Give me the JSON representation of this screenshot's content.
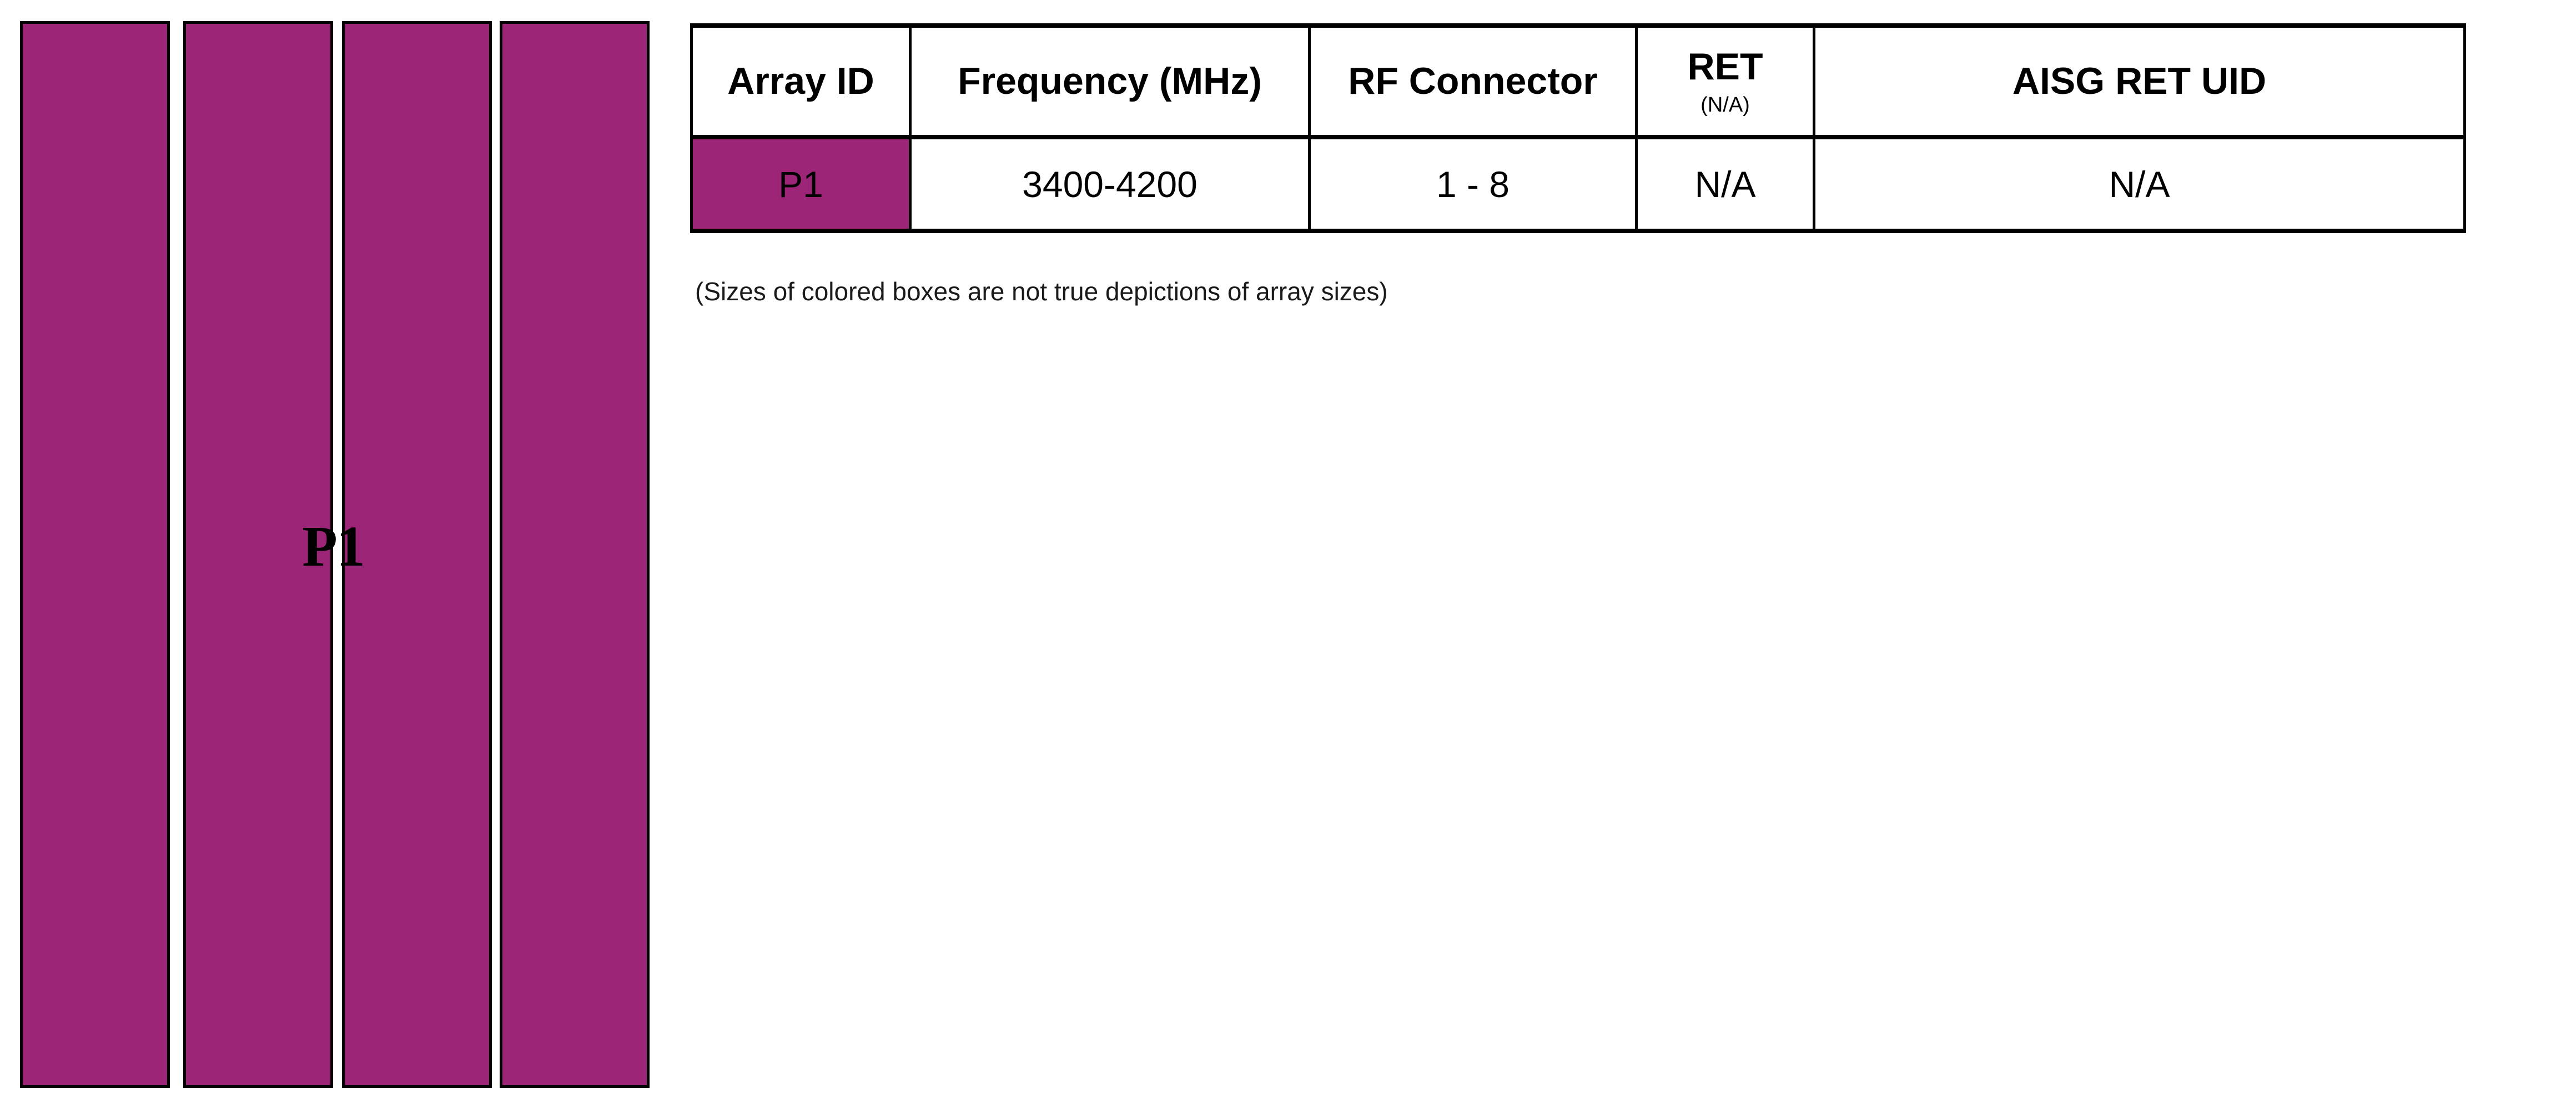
{
  "colors": {
    "array_fill": "#9c2578",
    "border": "#000000",
    "background": "#ffffff",
    "text": "#000000"
  },
  "array_diagram": {
    "group_label": "P1",
    "boxes": [
      {
        "id": "box-1",
        "fill": "#9c2578"
      },
      {
        "id": "box-2",
        "fill": "#9c2578"
      },
      {
        "id": "box-3",
        "fill": "#9c2578"
      },
      {
        "id": "box-4",
        "fill": "#9c2578"
      }
    ]
  },
  "table": {
    "headers": {
      "array_id": "Array ID",
      "frequency": "Frequency (MHz)",
      "rf_connector": "RF Connector",
      "ret_main": "RET",
      "ret_sub": "(N/A)",
      "aisg_ret_uid": "AISG RET UID"
    },
    "rows": [
      {
        "array_id": "P1",
        "frequency": "3400-4200",
        "rf_connector": "1 - 8",
        "ret": "N/A",
        "aisg_ret_uid": "N/A"
      }
    ]
  },
  "caption": "(Sizes of colored boxes are not true depictions of array sizes)"
}
